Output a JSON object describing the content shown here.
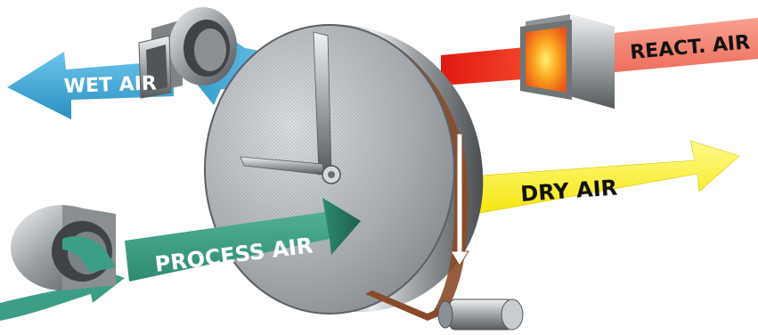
{
  "labels": {
    "wet_air": "WET AIR",
    "react_air": "REACT. AIR",
    "dry_air": "DRY AIR",
    "process_air": "PROCESS AIR"
  },
  "colors": {
    "wet_air_arrow": "#3fa9d6",
    "react_air_arrow": "#f28070",
    "react_air_duct": "#e53024",
    "heater_glow": "#f7b21c",
    "dry_air_arrow": "#fff200",
    "process_air_arrow": "#3d9e86",
    "wheel_face": "#b8bcbf",
    "wheel_rim": "#6f7478",
    "drive_belt": "#8a4a2a",
    "label_light": "#ffffff",
    "label_dark": "#111111"
  },
  "components": {
    "rotor": "desiccant-wheel",
    "fans": [
      "wet-air-fan",
      "process-air-fan"
    ],
    "heater": "reactivation-heater",
    "motor": "drive-motor"
  }
}
